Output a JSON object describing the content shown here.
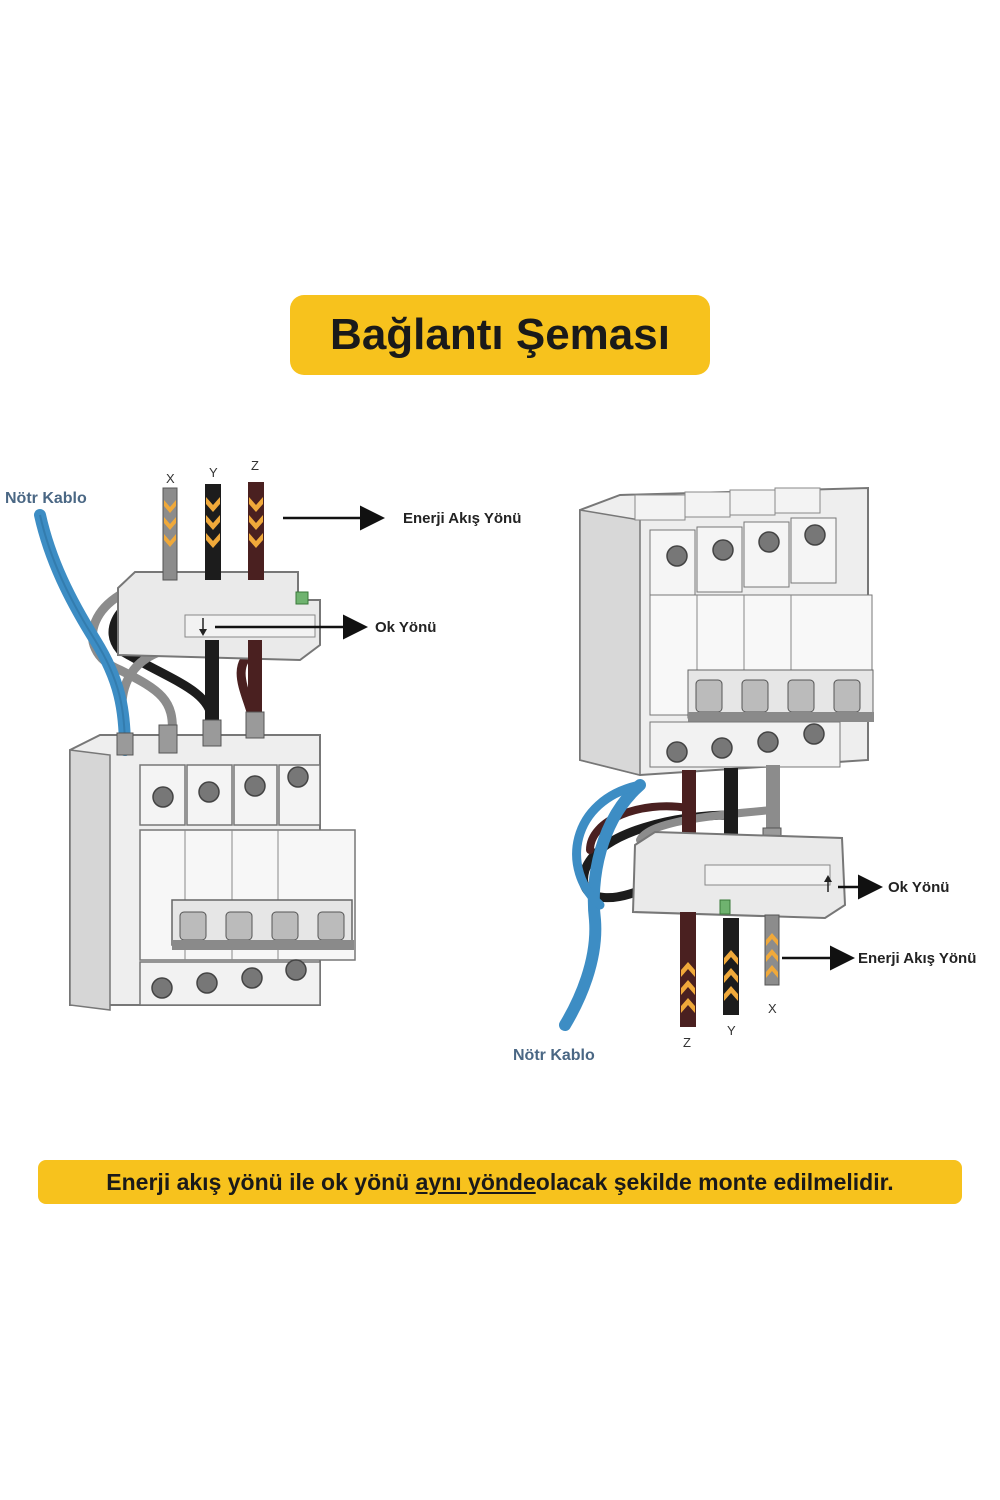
{
  "title": "Bağlantı Şeması",
  "note": {
    "part1": "Enerji akış yönü ile ok yönü ",
    "part2": "aynı yönde",
    "part3": " olacak şekilde monte edilmelidir."
  },
  "left": {
    "neutral": "Nötr Kablo",
    "energy_flow": "Enerji Akış Yönü",
    "arrow_direction": "Ok Yönü",
    "phase_x": "X",
    "phase_y": "Y",
    "phase_z": "Z"
  },
  "right": {
    "neutral": "Nötr Kablo",
    "energy_flow": "Enerji Akış Yönü",
    "arrow_direction": "Ok Yönü",
    "phase_x": "X",
    "phase_y": "Y",
    "phase_z": "Z"
  },
  "colors": {
    "accent": "#f7c21d",
    "neutral_cable": "#3d8dc4",
    "phase_x": "#8c8c8c",
    "phase_y": "#1c1c1c",
    "phase_z": "#4a2020",
    "arrow_marks": "#f0a93a"
  }
}
